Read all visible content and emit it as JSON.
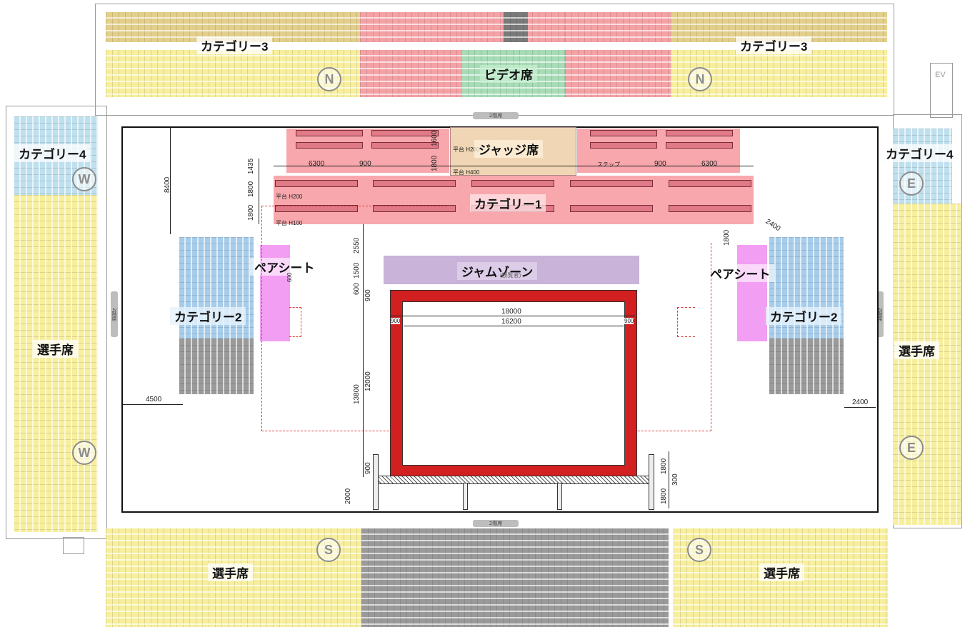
{
  "sections": {
    "category3_left": "カテゴリー3",
    "category3_right": "カテゴリー3",
    "video": "ビデオ席",
    "judge": "ジャッジ席",
    "category1": "カテゴリー1",
    "category4_left": "カテゴリー4",
    "category4_right": "カテゴリー4",
    "pair_left": "ペアシート",
    "pair_right": "ペアシート",
    "category2_left": "カテゴリー2",
    "category2_right": "カテゴリー2",
    "jam_zone": "ジャムゾーン",
    "players_left": "選手席",
    "players_right": "選手席",
    "players_bottom_left": "選手席",
    "players_bottom_right": "選手席"
  },
  "markers": {
    "north_left": "N",
    "north_right": "N",
    "west_top": "W",
    "west_bottom": "W",
    "east_top": "E",
    "east_bottom": "E",
    "south_left": "S",
    "south_right": "S",
    "ev": "EV"
  },
  "floor_labels": {
    "top": "2階席",
    "bottom": "2階席",
    "left": "2階席",
    "right": "2階席"
  },
  "dimensions": {
    "d6300_left": "6300",
    "d900_left": "900",
    "d1600": "1600",
    "d1800_judge": "1800",
    "d900_right": "900",
    "d6300_right": "6300",
    "d1435": "1435",
    "d1800_a": "1800",
    "d1800_b": "1800",
    "d8400": "8400",
    "d2400_diag": "2400",
    "d1800_right": "1800",
    "d2550": "2550",
    "d1500": "1500",
    "d600_small": "600",
    "d600": "600",
    "d900_v": "900",
    "d18000": "18000",
    "d16200": "16200",
    "d900_in_l": "900",
    "d900_in_r": "900",
    "d13800": "13800",
    "d12000": "12000",
    "d900_bottom": "900",
    "d2000": "2000",
    "d1800_low_a": "1800",
    "d1800_low_b": "1800",
    "d300": "300",
    "d4500": "4500",
    "d2400": "2400"
  },
  "stage_texts": {
    "platform_h200_top": "平台 H200",
    "platform_h400": "平台 H400",
    "step": "ステップ",
    "platform_h200": "平台 H200",
    "platform_h100": "平台 H100",
    "jam_sub": "(観覧者)"
  },
  "colors": {
    "yellow": "#f7ef9d",
    "pink": "#f4a2a6",
    "green": "#a7dcb6",
    "blue": "#a8cdea",
    "grey": "#9a9a9a",
    "magenta": "#f29ef2",
    "mauve": "#c9b3d8",
    "ring_red": "#d21f1f"
  }
}
